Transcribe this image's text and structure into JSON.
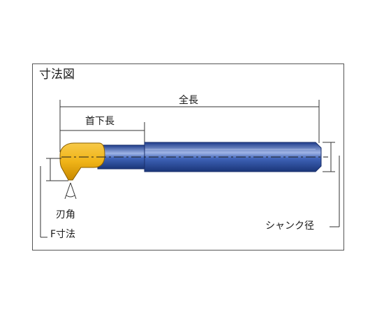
{
  "diagram": {
    "title": "寸法図",
    "labels": {
      "overall_length": "全長",
      "neck_length": "首下長",
      "edge_angle": "刃角",
      "f_dimension": "F寸法",
      "shank_diameter": "シャンク径"
    },
    "colors": {
      "shank_blue": "#2b4fa3",
      "shank_highlight": "#9fb4e6",
      "tip_gold": "#f0b418",
      "tip_dark": "#b57a00",
      "line": "#333333"
    },
    "icons": {
      "tool": "boring-bar-drawing"
    }
  }
}
